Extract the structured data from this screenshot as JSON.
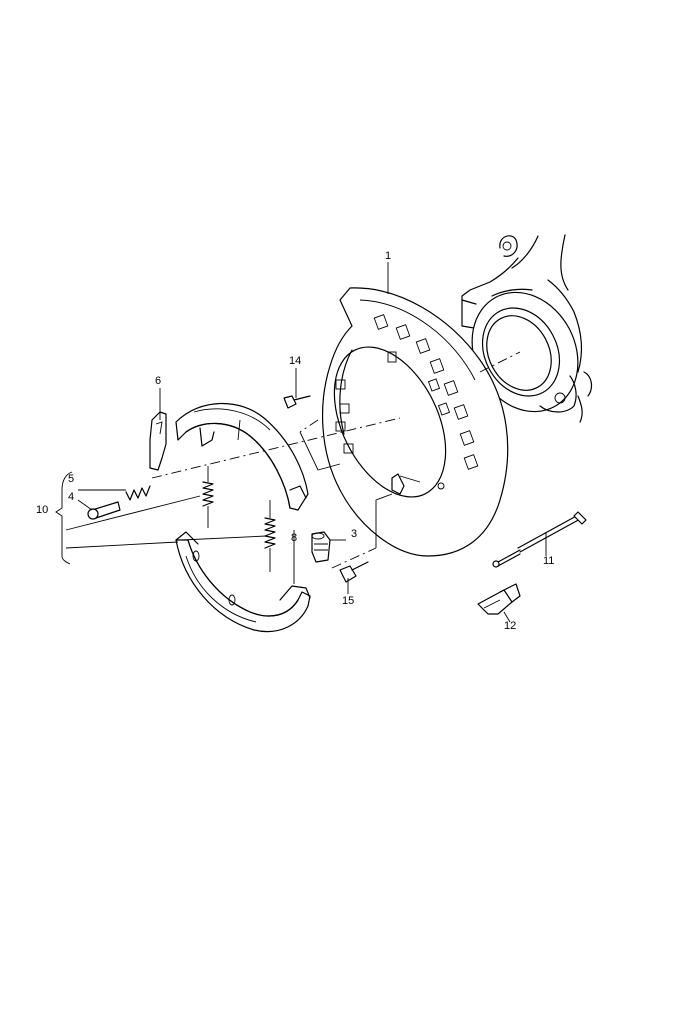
{
  "callouts": {
    "c1": "1",
    "c3": "3",
    "c4": "4",
    "c5": "5",
    "c6": "6",
    "c8": "8",
    "c10": "10",
    "c11": "11",
    "c12": "12",
    "c14": "14",
    "c15": "15"
  }
}
